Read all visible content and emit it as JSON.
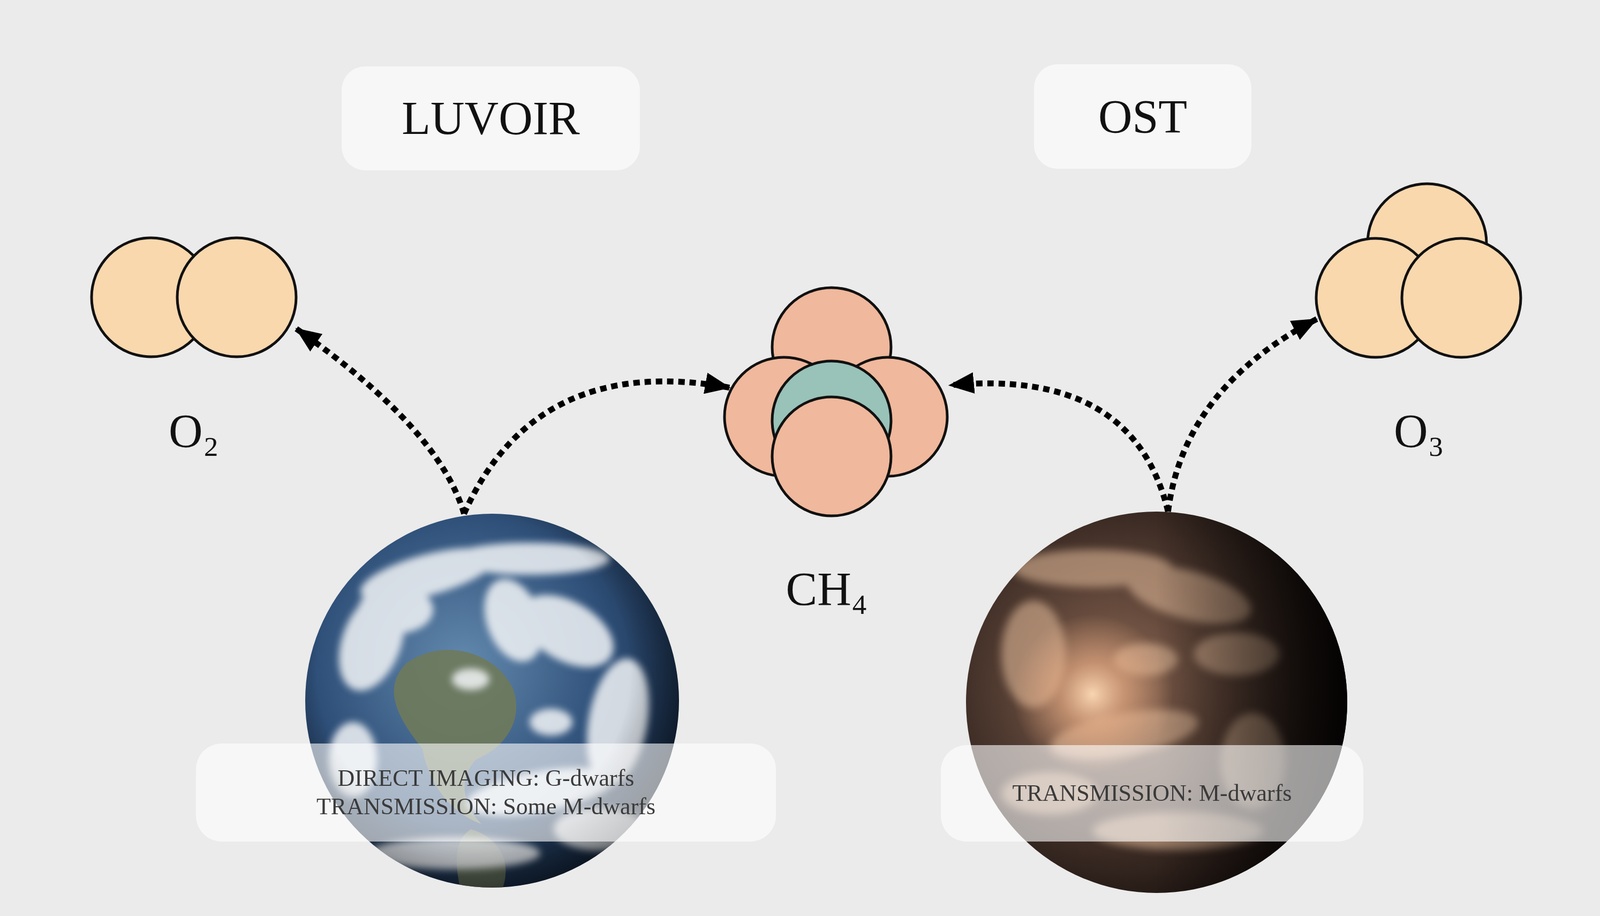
{
  "diagram": {
    "nodes": [
      {
        "text": [
          "LUVOIR"
        ]
      },
      {
        "text": [
          "OST"
        ]
      },
      {
        "text": [
          "O₂"
        ],
        "in": 0
      },
      {
        "text": [
          "CH₄"
        ]
      },
      {
        "text": [
          "O₃"
        ],
        "in": 1
      },
      {
        "text": [
          "DIRECT IMAGING: G-dwarfs",
          "TRANSMISSION: Some M-dwarfs"
        ],
        "in": 0
      },
      {
        "text": [
          "TRANSMISSION: M-dwarfs"
        ],
        "in": 1
      }
    ],
    "edges": [
      {
        "from": 5,
        "to": 2,
        "arrow": "to"
      },
      {
        "from": 5,
        "to": 3,
        "arrow": "to"
      },
      {
        "from": 6,
        "to": 3,
        "arrow": "to"
      },
      {
        "from": 6,
        "to": 4,
        "arrow": "to"
      }
    ]
  }
}
